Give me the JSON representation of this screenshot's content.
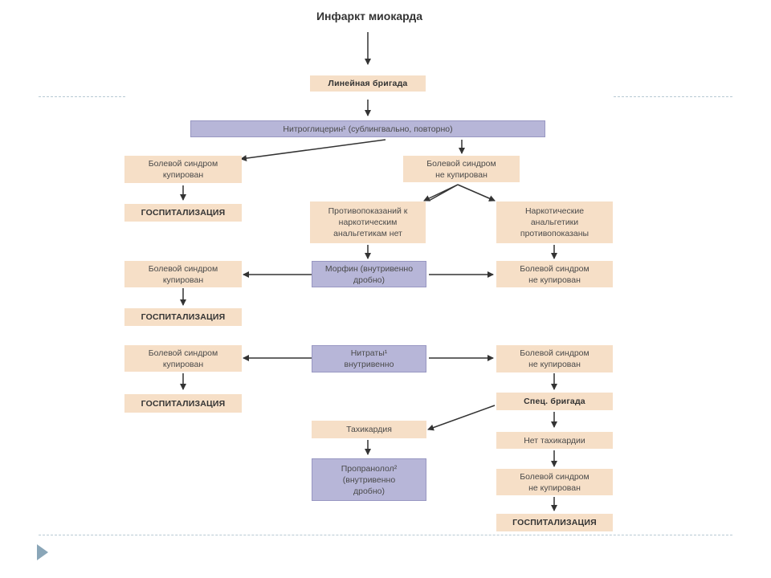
{
  "title": "Инфаркт миокарда",
  "boxes": {
    "brigade": "Линейная бригада",
    "nitro": "Нитроглицерин¹ (сублингвально, повторно)",
    "pain_relieved_1": "Болевой синдром\nкупирован",
    "pain_not_relieved_1": "Болевой синдром\nне купирован",
    "hosp_1": "ГОСПИТАЛИЗАЦИЯ",
    "no_contra": "Противопоказаний к\nнаркотическим\nанальгетикам нет",
    "contra": "Наркотические\nанальгетики\nпротивопоказаны",
    "pain_relieved_2": "Болевой синдром\nкупирован",
    "morphine": "Морфин (внутривенно\nдробно)",
    "pain_not_relieved_2": "Болевой синдром\nне купирован",
    "hosp_2": "ГОСПИТАЛИЗАЦИЯ",
    "pain_relieved_3": "Болевой синдром\nкупирован",
    "nitrates": "Нитраты¹\nвнутривенно",
    "pain_not_relieved_3": "Болевой синдром\nне купирован",
    "hosp_3": "ГОСПИТАЛИЗАЦИЯ",
    "spec_brigade": "Спец. бригада",
    "tachycardia": "Тахикардия",
    "no_tachycardia": "Нет тахикардии",
    "propranolol": "Пропранолол²\n(внутривенно\nдробно)",
    "pain_not_relieved_4": "Болевой синдром\nне купирован",
    "hosp_4": "ГОСПИТАЛИЗАЦИЯ"
  },
  "colors": {
    "peach_box": "#f6dfc7",
    "lavender_box": "#b7b6d8",
    "arrow": "#333333",
    "dashed_rule": "#b7c9d3",
    "nav_triangle": "#8aa6b8"
  },
  "icons": {
    "nav": "play-triangle-icon"
  }
}
